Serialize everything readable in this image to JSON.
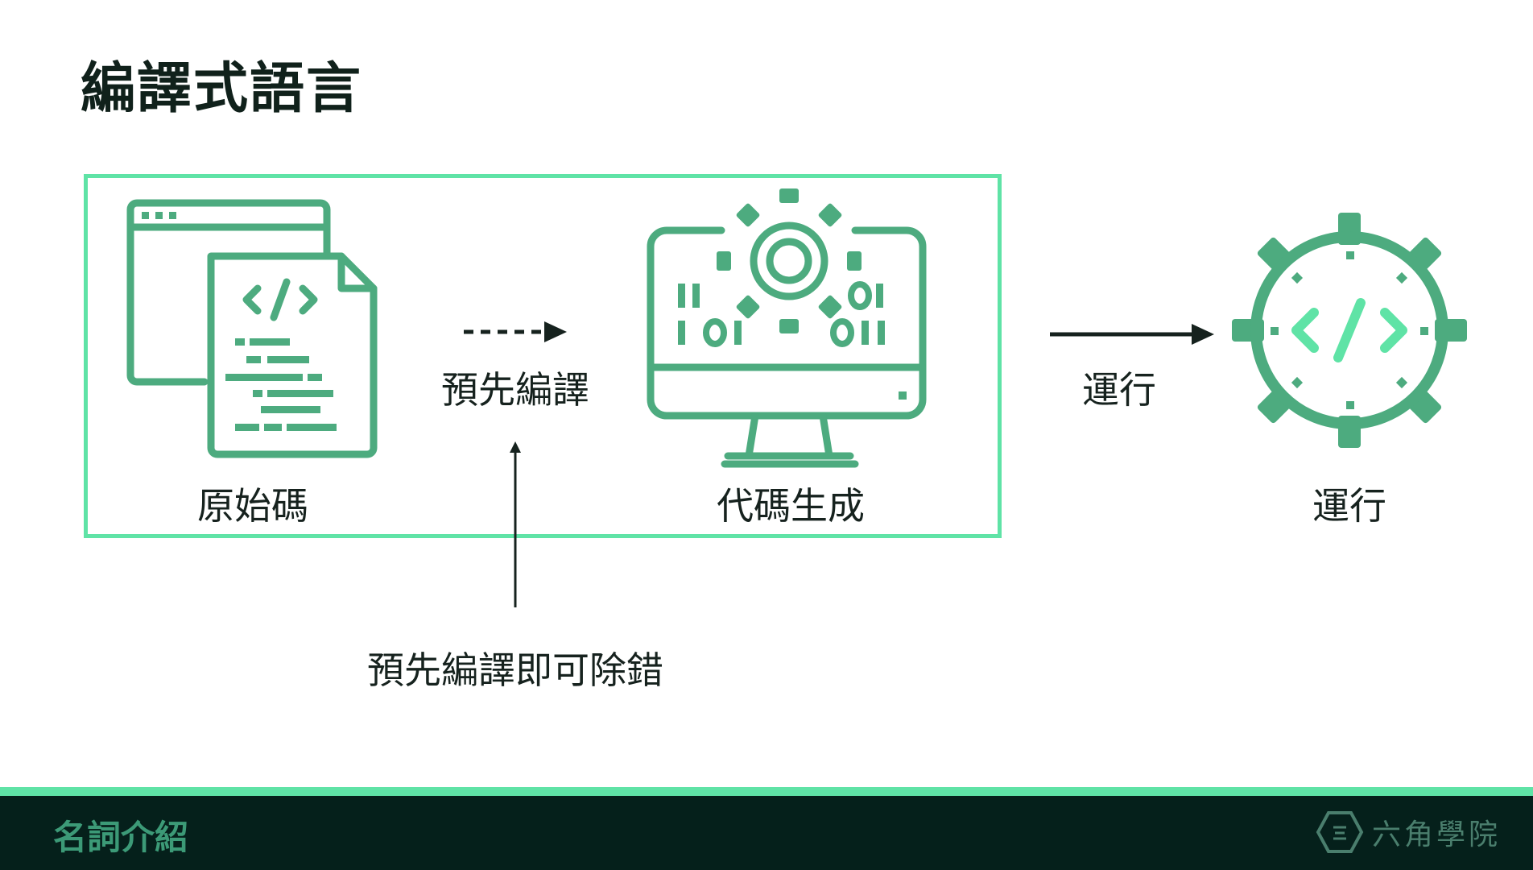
{
  "slide": {
    "title": "編譯式語言"
  },
  "diagram": {
    "source_label": "原始碼",
    "precompile_label": "預先編譯",
    "codegen_label": "代碼生成",
    "run_arrow_label": "運行",
    "run_label": "運行",
    "debug_note": "預先編譯即可除錯"
  },
  "footer": {
    "section": "名詞介紹",
    "brand": "六角學院"
  },
  "colors": {
    "accent": "#5fe3a6",
    "icon_green": "#4dab7f",
    "dark_footer": "#05201b",
    "footer_text": "#3c9a77"
  },
  "icons": [
    "source-code-icon",
    "computer-gear-icon",
    "run-gear-icon",
    "hexagon-logo-icon"
  ]
}
